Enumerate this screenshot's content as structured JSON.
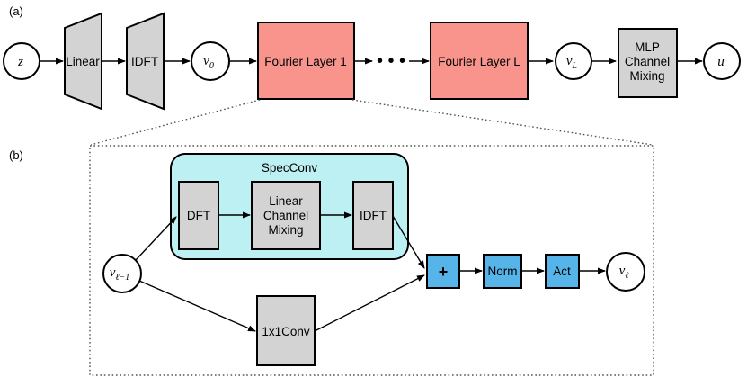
{
  "colors": {
    "salmon": "#F8948B",
    "blue": "#56B4E9",
    "cyan": "#BDF0F2",
    "gray": "#D3D3D3"
  },
  "panel_a": {
    "label": "(a)",
    "input_node": "z",
    "linear_label": "Linear",
    "idft_label": "IDFT",
    "v0": {
      "main": "v",
      "sub": "0"
    },
    "fourier_layer_1": "Fourier Layer 1",
    "ellipsis": "• • •",
    "fourier_layer_L": "Fourier Layer L",
    "vL": {
      "main": "v",
      "sub": "L"
    },
    "mlp_lines": [
      "MLP",
      "Channel",
      "Mixing"
    ],
    "output_node": "u"
  },
  "panel_b": {
    "label": "(b)",
    "v_in": {
      "main": "v",
      "sub": "ℓ−1"
    },
    "specconv_title": "SpecConv",
    "dft_label": "DFT",
    "lcm_lines": [
      "Linear",
      "Channel",
      "Mixing"
    ],
    "idft_label": "IDFT",
    "conv_label": "1x1Conv",
    "plus_label": "+",
    "norm_label": "Norm",
    "act_label": "Act",
    "v_out": {
      "main": "v",
      "sub": "ℓ"
    }
  }
}
